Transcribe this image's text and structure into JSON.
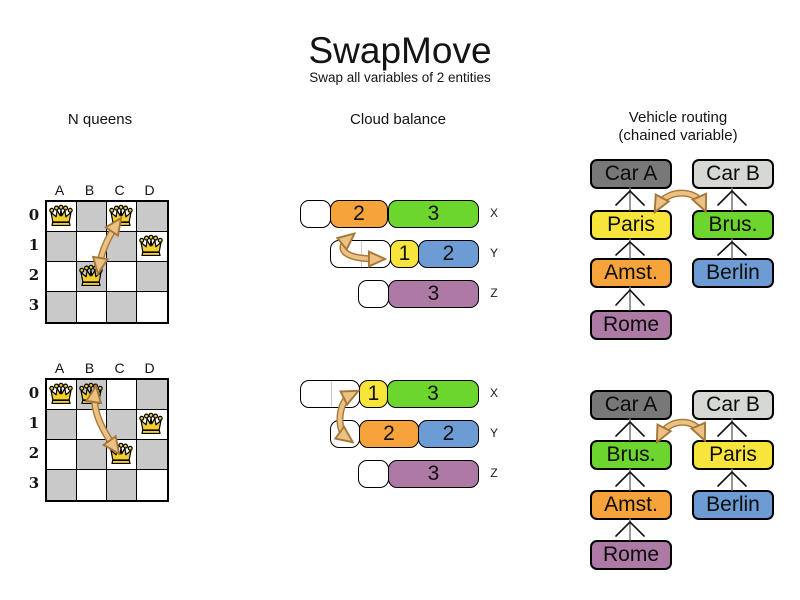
{
  "title": "SwapMove",
  "subtitle": "Swap all variables of 2 entities",
  "sections": {
    "nqueens": {
      "header": "N queens"
    },
    "cloud": {
      "header": "Cloud balance"
    },
    "vehicle": {
      "header": "Vehicle routing",
      "header2": "(chained variable)"
    }
  },
  "nqueens": {
    "col_labels": [
      "A",
      "B",
      "C",
      "D"
    ],
    "row_labels": [
      "0",
      "1",
      "2",
      "3"
    ],
    "before": {
      "queen_cells": [
        "A0",
        "C0",
        "D1",
        "B2"
      ],
      "swap": [
        "C0",
        "B2"
      ]
    },
    "after": {
      "queen_cells": [
        "A0",
        "B0",
        "D1",
        "C2"
      ],
      "swap": [
        "B0",
        "C2"
      ]
    }
  },
  "cloud": {
    "before": {
      "rows": [
        {
          "label": "X",
          "segments": [
            {
              "value": "2",
              "color": "orange"
            },
            {
              "value": "3",
              "color": "green"
            }
          ]
        },
        {
          "label": "Y",
          "segments": [
            {
              "value": "1",
              "color": "yellow"
            },
            {
              "value": "2",
              "color": "blue"
            }
          ]
        },
        {
          "label": "Z",
          "segments": [
            {
              "value": "3",
              "color": "purple"
            }
          ]
        }
      ]
    },
    "after": {
      "rows": [
        {
          "label": "X",
          "segments": [
            {
              "value": "1",
              "color": "yellow"
            },
            {
              "value": "3",
              "color": "green"
            }
          ]
        },
        {
          "label": "Y",
          "segments": [
            {
              "value": "2",
              "color": "orange"
            },
            {
              "value": "2",
              "color": "blue"
            }
          ]
        },
        {
          "label": "Z",
          "segments": [
            {
              "value": "3",
              "color": "purple"
            }
          ]
        }
      ]
    }
  },
  "vehicle": {
    "before": {
      "left": [
        "Car A",
        "Paris",
        "Amst.",
        "Rome"
      ],
      "right": [
        "Car B",
        "Brus.",
        "Berlin"
      ]
    },
    "after": {
      "left": [
        "Car A",
        "Brus.",
        "Amst.",
        "Rome"
      ],
      "right": [
        "Car B",
        "Paris",
        "Berlin"
      ]
    }
  },
  "colors": {
    "orange": "#f6a33b",
    "green": "#6cd52e",
    "yellow": "#f8e53c",
    "blue": "#6c9cd3",
    "purple": "#ad7aa6",
    "car_a_gray": "#787878",
    "car_b_gray": "#d5d8d3",
    "board_gray": "#c9c9c9",
    "arrow_tan": "#ecc184",
    "arrow_outline": "#a5783a",
    "queen_gold": "#f2cf2a"
  }
}
